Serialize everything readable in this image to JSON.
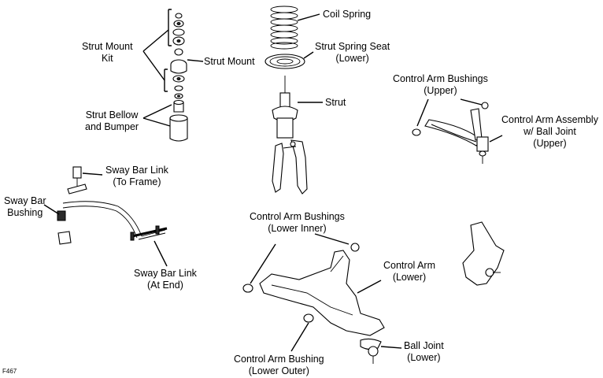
{
  "figure_id": "F467",
  "labels": {
    "coil_spring": [
      "Coil Spring"
    ],
    "strut_spring_seat": [
      "Strut Spring Seat",
      "(Lower)"
    ],
    "strut_mount_kit": [
      "Strut Mount",
      "Kit"
    ],
    "strut_mount": [
      "Strut Mount"
    ],
    "strut_bellow": [
      "Strut Bellow",
      "and Bumper"
    ],
    "strut": [
      "Strut"
    ],
    "ca_bushings_upper": [
      "Control Arm Bushings",
      "(Upper)"
    ],
    "ca_assembly_upper": [
      "Control Arm Assembly",
      "w/ Ball Joint",
      "(Upper)"
    ],
    "sway_link_frame": [
      "Sway Bar Link",
      "(To Frame)"
    ],
    "sway_bushing": [
      "Sway Bar",
      "Bushing"
    ],
    "sway_link_end": [
      "Sway Bar Link",
      "(At End)"
    ],
    "ca_bushings_lower_inner": [
      "Control Arm Bushings",
      "(Lower Inner)"
    ],
    "control_arm_lower": [
      "Control Arm",
      "(Lower)"
    ],
    "ca_bushing_lower_outer": [
      "Control Arm Bushing",
      "(Lower Outer)"
    ],
    "ball_joint_lower": [
      "Ball Joint",
      "(Lower)"
    ]
  }
}
